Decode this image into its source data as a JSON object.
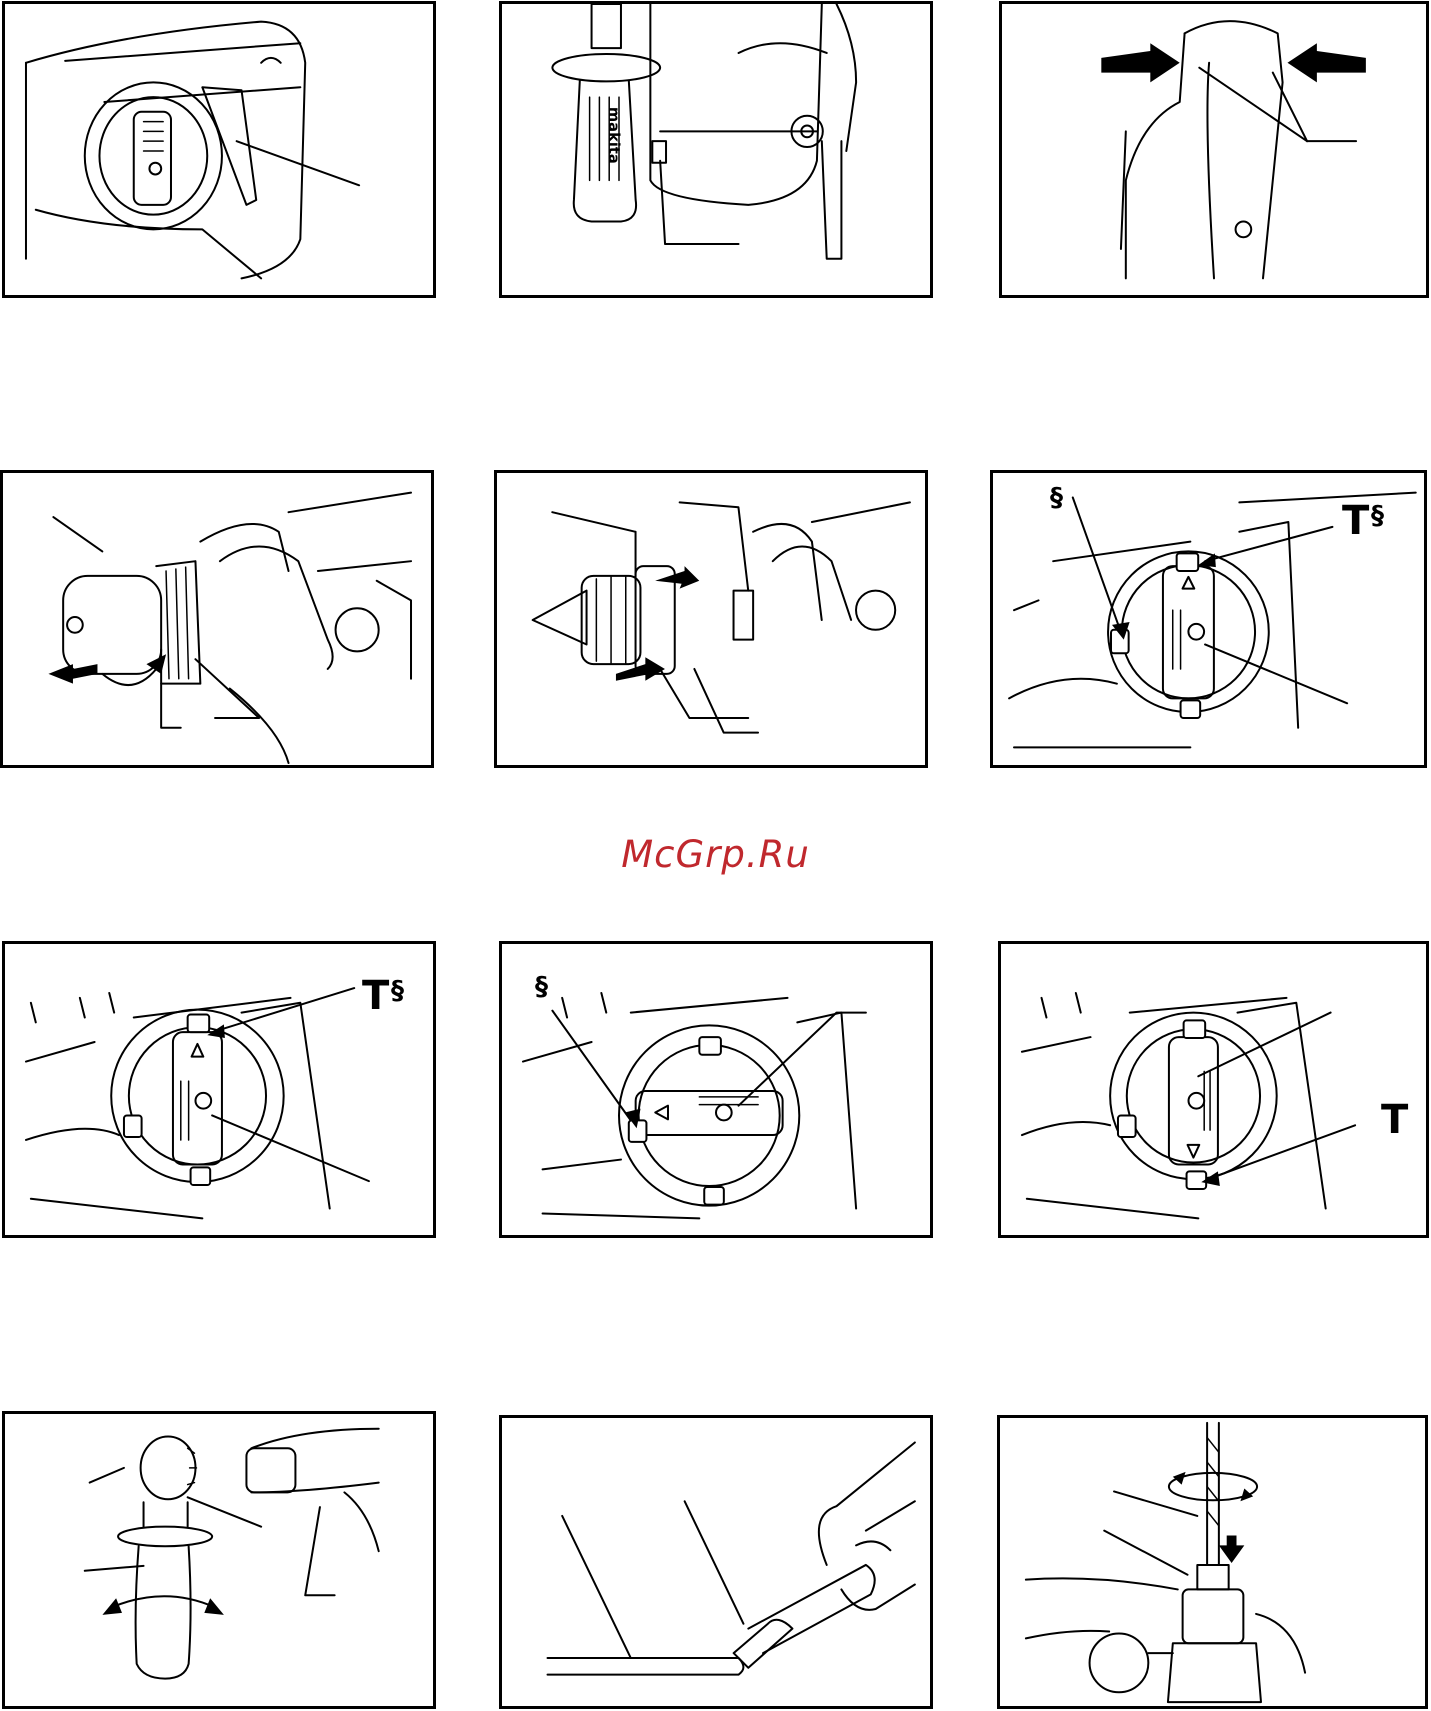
{
  "watermark": {
    "text": "McGrp.Ru",
    "color": "#c0282d"
  },
  "brand": {
    "handle_logo": "makita"
  },
  "mode_icons": {
    "hammer": "T",
    "drill": "drill-bit-icon",
    "hammer_drill": "T + drill-bit-icon"
  },
  "figures": [
    {
      "id": "fig1",
      "subject": "switch trigger and lock lever"
    },
    {
      "id": "fig2",
      "subject": "side grip and depth gauge lock"
    },
    {
      "id": "fig3",
      "subject": "lock-off buttons pressed from both sides"
    },
    {
      "id": "fig4",
      "subject": "removing quick change chuck"
    },
    {
      "id": "fig5",
      "subject": "installing quick change chuck"
    },
    {
      "id": "fig6",
      "subject": "action mode change knob"
    },
    {
      "id": "fig7",
      "subject": "rotation with hammering"
    },
    {
      "id": "fig8",
      "subject": "rotation only"
    },
    {
      "id": "fig9",
      "subject": "hammering only"
    },
    {
      "id": "fig10",
      "subject": "side grip installation"
    },
    {
      "id": "fig11",
      "subject": "cleaning bit shank and applying grease"
    },
    {
      "id": "fig12",
      "subject": "inserting bit into chuck"
    }
  ]
}
